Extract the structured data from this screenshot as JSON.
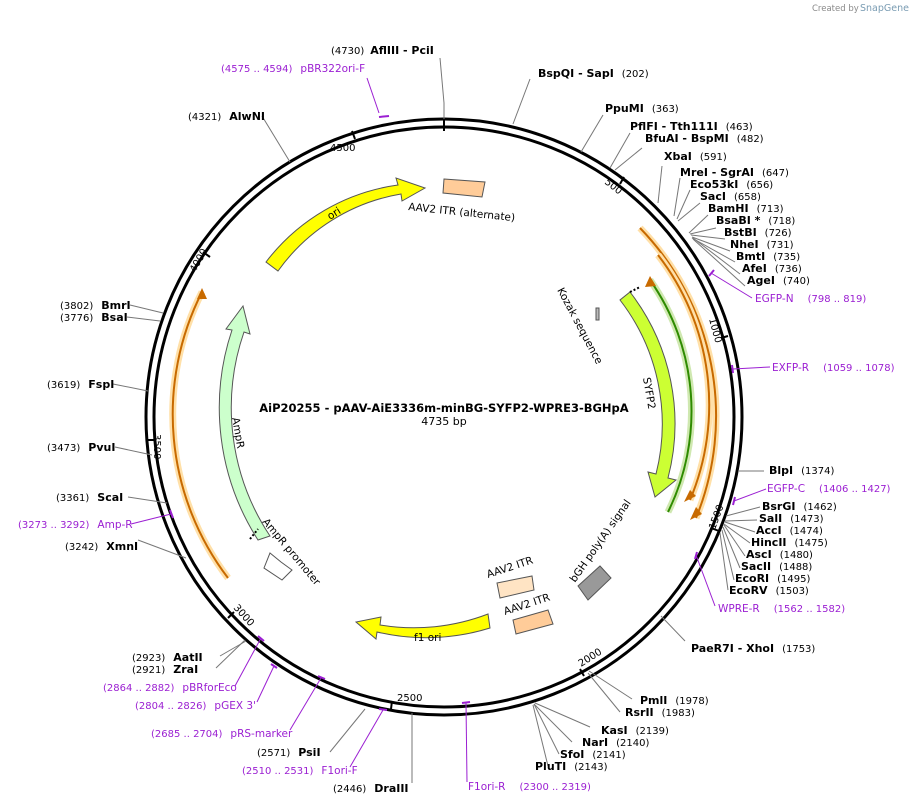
{
  "credit": {
    "created_by": "Created by",
    "brand": "SnapGene"
  },
  "map": {
    "title": "AiP20255 - pAAV-AiE3336m-minBG-SYFP2-WPRE3-BGHpA",
    "length": "4735 bp"
  },
  "ticks": [
    "4500",
    "500",
    "1000",
    "1500",
    "2000",
    "2500",
    "3000",
    "3500",
    "4000"
  ],
  "enzymes": [
    {
      "pos": "(4730)",
      "name": "AflIII  - PciI"
    },
    {
      "name": "BspQI  - SapI",
      "pos": "(202)"
    },
    {
      "name": "PpuMI",
      "pos": "(363)"
    },
    {
      "name": "PflFI  - Tth111I",
      "pos": "(463)"
    },
    {
      "name": "BfuAI  - BspMI",
      "pos": "(482)"
    },
    {
      "name": "XbaI",
      "pos": "(591)"
    },
    {
      "name": "MreI  - SgrAI",
      "pos": "(647)"
    },
    {
      "name": "Eco53kI",
      "pos": "(656)"
    },
    {
      "name": "SacI",
      "pos": "(658)"
    },
    {
      "name": "BamHI",
      "pos": "(713)"
    },
    {
      "name": "BsaBI *",
      "pos": "(718)"
    },
    {
      "name": "BstBI",
      "pos": "(726)"
    },
    {
      "name": "NheI",
      "pos": "(731)"
    },
    {
      "name": "BmtI",
      "pos": "(735)"
    },
    {
      "name": "AfeI",
      "pos": "(736)"
    },
    {
      "name": "AgeI",
      "pos": "(740)"
    },
    {
      "name": "BlpI",
      "pos": "(1374)"
    },
    {
      "name": "BsrGI",
      "pos": "(1462)"
    },
    {
      "name": "SalI",
      "pos": "(1473)"
    },
    {
      "name": "AccI",
      "pos": "(1474)"
    },
    {
      "name": "HincII",
      "pos": "(1475)"
    },
    {
      "name": "AscI",
      "pos": "(1480)"
    },
    {
      "name": "SacII",
      "pos": "(1488)"
    },
    {
      "name": "EcoRI",
      "pos": "(1495)"
    },
    {
      "name": "EcoRV",
      "pos": "(1503)"
    },
    {
      "name": "PaeR7I  - XhoI",
      "pos": "(1753)"
    },
    {
      "name": "PmlI",
      "pos": "(1978)"
    },
    {
      "name": "RsrII",
      "pos": "(1983)"
    },
    {
      "name": "KasI",
      "pos": "(2139)"
    },
    {
      "name": "NarI",
      "pos": "(2140)"
    },
    {
      "name": "SfoI",
      "pos": "(2141)"
    },
    {
      "name": "PluTI",
      "pos": "(2143)"
    },
    {
      "pos": "(2446)",
      "name": "DraIII"
    },
    {
      "pos": "(2571)",
      "name": "PsiI"
    },
    {
      "pos": "(2923)",
      "name": "AatII"
    },
    {
      "pos": "(2921)",
      "name": "ZraI"
    },
    {
      "pos": "(3242)",
      "name": "XmnI"
    },
    {
      "pos": "(3361)",
      "name": "ScaI"
    },
    {
      "pos": "(3473)",
      "name": "PvuI"
    },
    {
      "pos": "(3619)",
      "name": "FspI"
    },
    {
      "pos": "(3802)",
      "name": "BmrI"
    },
    {
      "pos": "(3776)",
      "name": "BsaI"
    },
    {
      "pos": "(4321)",
      "name": "AlwNI"
    }
  ],
  "primers": [
    {
      "range": "(4575 .. 4594)",
      "name": "pBR322ori-F"
    },
    {
      "name": "EGFP-N",
      "range": "(798 .. 819)"
    },
    {
      "name": "EXFP-R",
      "range": "(1059 .. 1078)"
    },
    {
      "name": "EGFP-C",
      "range": "(1406 .. 1427)"
    },
    {
      "name": "WPRE-R",
      "range": "(1562 .. 1582)"
    },
    {
      "name": "F1ori-R",
      "range": "(2300 .. 2319)"
    },
    {
      "range": "(2510 .. 2531)",
      "name": "F1ori-F"
    },
    {
      "range": "(2685 .. 2704)",
      "name": "pRS-marker"
    },
    {
      "range": "(2804 .. 2826)",
      "name": "pGEX 3'"
    },
    {
      "range": "(2864 .. 2882)",
      "name": "pBRforEco"
    },
    {
      "range": "(3273 .. 3292)",
      "name": "Amp-R"
    }
  ],
  "features": {
    "ori": "ori",
    "itr_alt": "AAV2 ITR (alternate)",
    "kozak": "Kozak sequence",
    "syfp2": "SYFP2",
    "bgh": "bGH poly(A) signal",
    "itr1": "AAV2 ITR",
    "itr2": "AAV2 ITR",
    "f1ori": "f1 ori",
    "ampr": "AmpR",
    "ampr_promoter": "AmpR promoter"
  },
  "colors": {
    "primer": "#9b1fd2",
    "ori": "#ffff00",
    "itr": "#ffcc99",
    "syfp2": "#ccff33",
    "ampr": "#ccffcc",
    "bgh": "#999999",
    "orf": "#ffa500"
  }
}
